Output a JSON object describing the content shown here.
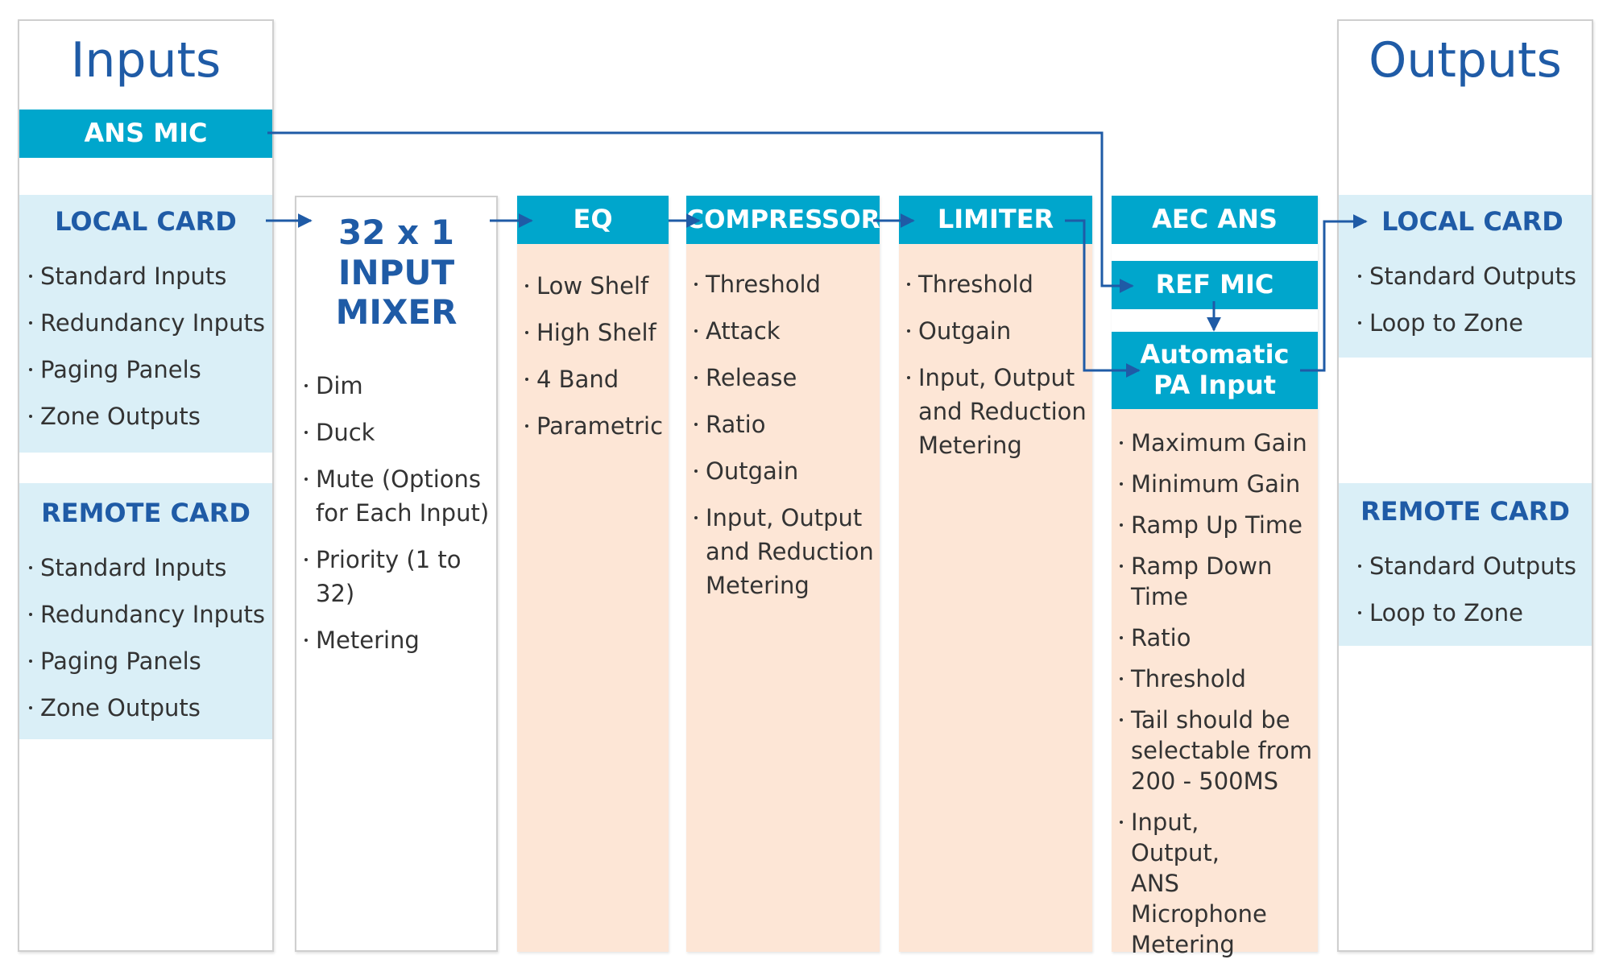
{
  "inputs": {
    "title": "Inputs",
    "ans_mic": "ANS MIC",
    "local_card": {
      "title": "LOCAL CARD",
      "items": [
        "Standard Inputs",
        "Redundancy Inputs",
        "Paging Panels",
        "Zone Outputs"
      ]
    },
    "remote_card": {
      "title": "REMOTE CARD",
      "items": [
        "Standard Inputs",
        "Redundancy Inputs",
        "Paging Panels",
        "Zone Outputs"
      ]
    }
  },
  "mixer": {
    "title_line1": "32 x 1",
    "title_line2": "INPUT",
    "title_line3": "MIXER",
    "items": [
      "Dim",
      "Duck",
      "Mute (Options for Each Input)",
      "Priority (1 to 32)",
      "Metering"
    ]
  },
  "eq": {
    "title": "EQ",
    "items": [
      "Low Shelf",
      "High Shelf",
      "4 Band",
      "Parametric"
    ]
  },
  "compressor": {
    "title": "COMPRESSOR",
    "items": [
      "Threshold",
      "Attack",
      "Release",
      "Ratio",
      "Outgain",
      "Input, Output and Reduction Metering"
    ]
  },
  "limiter": {
    "title": "LIMITER",
    "items": [
      "Threshold",
      "Outgain",
      "Input, Output and Reduction Metering"
    ]
  },
  "aec": {
    "title": "AEC ANS",
    "ref_mic": "REF MIC",
    "auto_line1": "Automatic",
    "auto_line2": "PA Input",
    "items": [
      "Maximum Gain",
      "Minimum Gain",
      "Ramp Up Time",
      "Ramp Down Time",
      "Ratio",
      "Threshold",
      "Tail should be selectable from 200 - 500MS",
      "Input, Output, ANS Microphone Metering"
    ]
  },
  "outputs": {
    "title": "Outputs",
    "local_card": {
      "title": "LOCAL CARD",
      "items": [
        "Standard Outputs",
        "Loop to Zone"
      ]
    },
    "remote_card": {
      "title": "REMOTE CARD",
      "items": [
        "Standard Outputs",
        "Loop to Zone"
      ]
    }
  },
  "colors": {
    "accent_bar": "#00a6cc",
    "title_blue": "#1f5ba6",
    "panel_light_blue": "#daeff7",
    "peach": "#fde6d6",
    "arrow": "#1f5ba6"
  }
}
